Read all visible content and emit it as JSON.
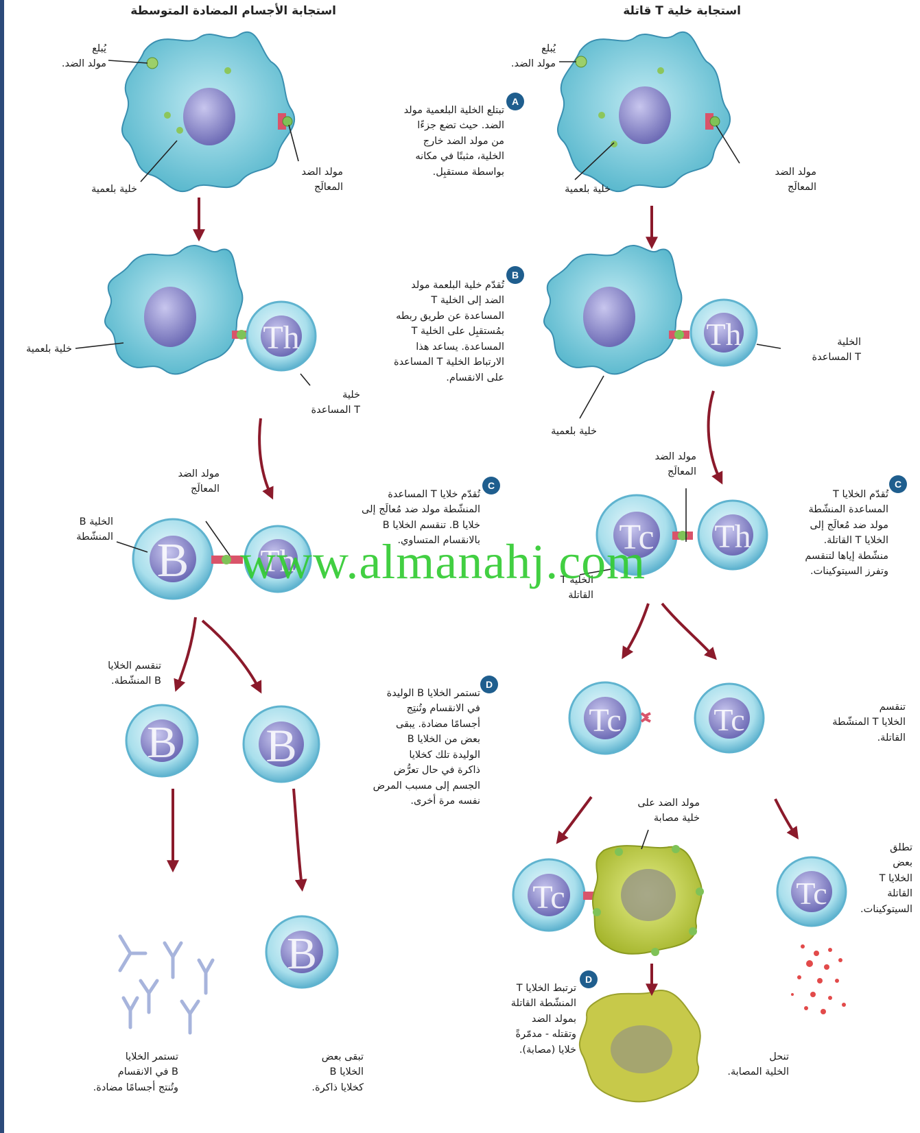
{
  "headings": {
    "left": "استجابة الأجسام المضادة المتوسطة",
    "right": "استجابة خلية T قاتلة"
  },
  "badges": {
    "a": "A",
    "b": "B",
    "c": "C",
    "d": "D"
  },
  "cell_letters": {
    "b": "B",
    "th": "Th",
    "tc": "Tc"
  },
  "left": {
    "engulf_label": "يُبلع\nمولد الضد.",
    "phagocyte_label": "خلية بلعمية",
    "processed_antigen_label": "مولد الضد\nالمعالَج",
    "phagocyte_label_b": "خلية بلعمية",
    "helper_t_label": "خلية\nT المساعدة",
    "processed_antigen_c": "مولد الضد\nالمعالَج",
    "activated_b_label": "الخلية B\nالمنشّطة",
    "b_divide_label": "تنقسم الخلايا\nB المنشّطة.",
    "antibodies_label": "تستمر الخلايا\nB في الانقسام\nوتُنتج أجسامًا مضادة.",
    "memory_label": "تبقى بعض\nالخلايا B\nكخلايا ذاكرة."
  },
  "center": {
    "step_a": "تبتلع الخلية البلعمية مولد\nالضد. حيث تضع جزءًا\nمن مولد الضد خارج\nالخلية، مثبتًا في مكانه\nبواسطة مستقبِل.",
    "step_b": "تُقدّم خلية البلعمة مولد\nالضد إلى الخلية T\nالمساعدة عن طريق ربطه\nبمُستقبِل على الخلية T\nالمساعدة. يساعد هذا\nالارتباط الخلية T المساعدة\nعلى الانقسام.",
    "step_c": "تُقدّم خلايا T المساعدة\nالمنشّطة مولد ضد مُعالَج إلى\nخلايا B. تنقسم الخلايا B\nبالانقسام المتساوي.",
    "step_d": "تستمر الخلايا B الوليدة\nفي الانقسام وتُنتِج\nأجسامًا مضادة. يبقى\nبعض من الخلايا B\nالوليدة تلك كخلايا\nذاكرة في حال تعرُّض\nالجسم إلى مسبب المرض\nنفسه مرة أخرى."
  },
  "right": {
    "engulf_label": "يُبلع\nمولد الضد.",
    "phagocyte_label": "خلية بلعمية",
    "processed_antigen_label": "مولد الضد\nالمعالَج",
    "helper_t_label": "الخلية\nT المساعدة",
    "phagocyte_label_b": "خلية بلعمية",
    "processed_antigen_c": "مولد الضد\nالمعالَج",
    "killer_t_label": "الخلية T\nالقاتلة",
    "step_c": "تُقدّم الخلايا T\nالمساعدة المنشّطة\nمولد ضد مُعالَج إلى\nالخلايا T القاتلة.\nمنشّطة إياها لتنقسم\nوتفرز السيتوكينات.",
    "tc_divide_label": "تنقسم\nالخلايا T المنشّطة\nالقاتلة.",
    "infected_antigen_label": "مولد الضد على\nخلية مصابة",
    "cytokine_label": "تطلق\nبعض\nالخلايا T\nالقاتلة\nالسيتوكينات.",
    "step_d": "ترتبط الخلايا T\nالمنشّطة القاتلة\nبمولد الضد\nوتقتله - مدمّرةً\nخلايا (مصابة).",
    "dissolve_label": "تنحل\nالخلية المصابة."
  },
  "watermark": "www.almanahj.com",
  "colors": {
    "cell_fill": "#7ecfe0",
    "cell_edge": "#3a8fb0",
    "nucleus": "#7c7cc4",
    "arrow": "#8b1a2b",
    "badge": "#1f5e8e",
    "infected": "#c9d64a",
    "watermark": "#33cc33"
  }
}
